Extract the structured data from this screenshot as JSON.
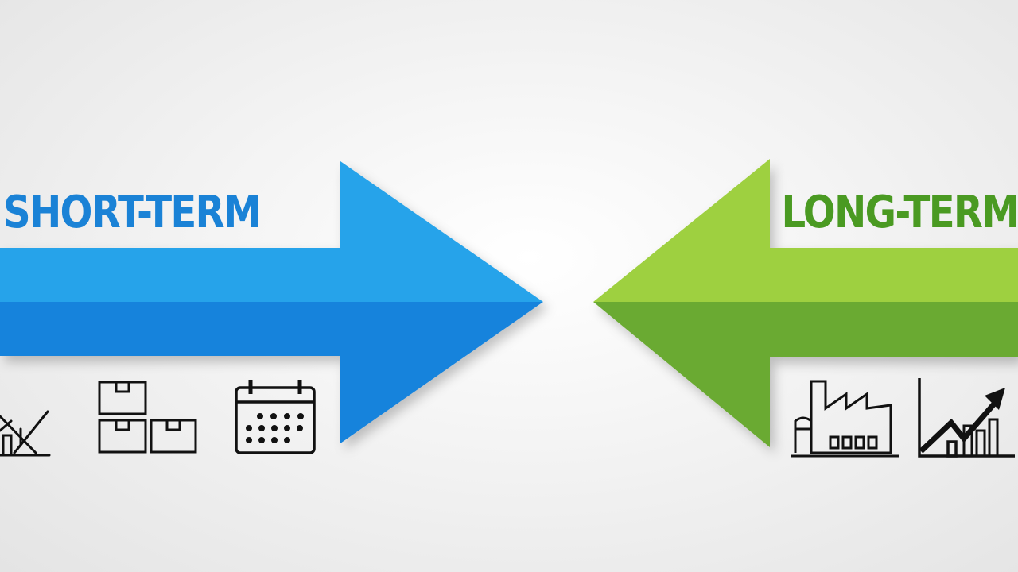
{
  "left": {
    "label": "SHORT-TERM",
    "color": "#1a82d6",
    "arrow_color_top": "#25a3ea",
    "arrow_color_bottom": "#1683dc",
    "direction": "right",
    "icons": [
      "crossed-out-chart-icon",
      "boxes-icon",
      "calendar-icon"
    ]
  },
  "right": {
    "label": "LONG-TERM",
    "color": "#4a9a22",
    "arrow_color_top": "#9ed040",
    "arrow_color_bottom": "#6aaa30",
    "direction": "left",
    "icons": [
      "factory-icon",
      "growth-chart-icon"
    ]
  }
}
